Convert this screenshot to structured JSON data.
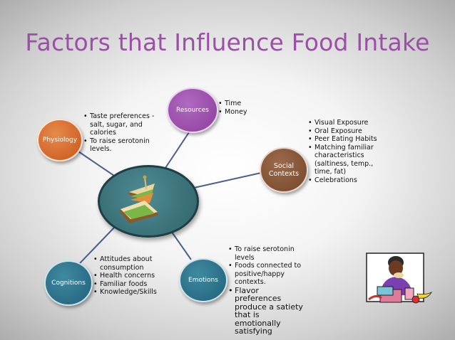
{
  "title": "Factors that Influence Food Intake",
  "nodes": {
    "physiology": "Physiology",
    "resources": "Resources",
    "social_line1": "Social",
    "social_line2": "Contexts",
    "cognitions": "Cognitions",
    "emotions": "Emotions"
  },
  "bullets": {
    "physiology": [
      "Taste preferences - salt, sugar, and calories",
      "To raise serotonin levels."
    ],
    "resources": [
      "Time",
      "Money"
    ],
    "social": [
      "Visual Exposure",
      "Oral Exposure",
      "Peer Eating Habits",
      "Matching familiar characteristics (saltiness, temp., time, fat)",
      "Celebrations"
    ],
    "cognitions": [
      "Attitudes about consumption",
      "Health concerns",
      "Familiar foods",
      "Knowledge/Skills"
    ],
    "emotions": [
      "To raise serotonin levels",
      "Foods connected to positive/happy contexts.",
      "Flavor preferences produce a satiety that is emotionally satisfying"
    ]
  },
  "icons": {
    "center": "sandwich-icon",
    "corner": "person-eating-lunch-icon"
  },
  "colors": {
    "title": "#9b4fa6",
    "physiology": "#d4692a",
    "resources": "#9c4aab",
    "social": "#7e5032",
    "cognitions": "#2b6f86",
    "emotions": "#2b6f86",
    "center": "#3d767d"
  }
}
